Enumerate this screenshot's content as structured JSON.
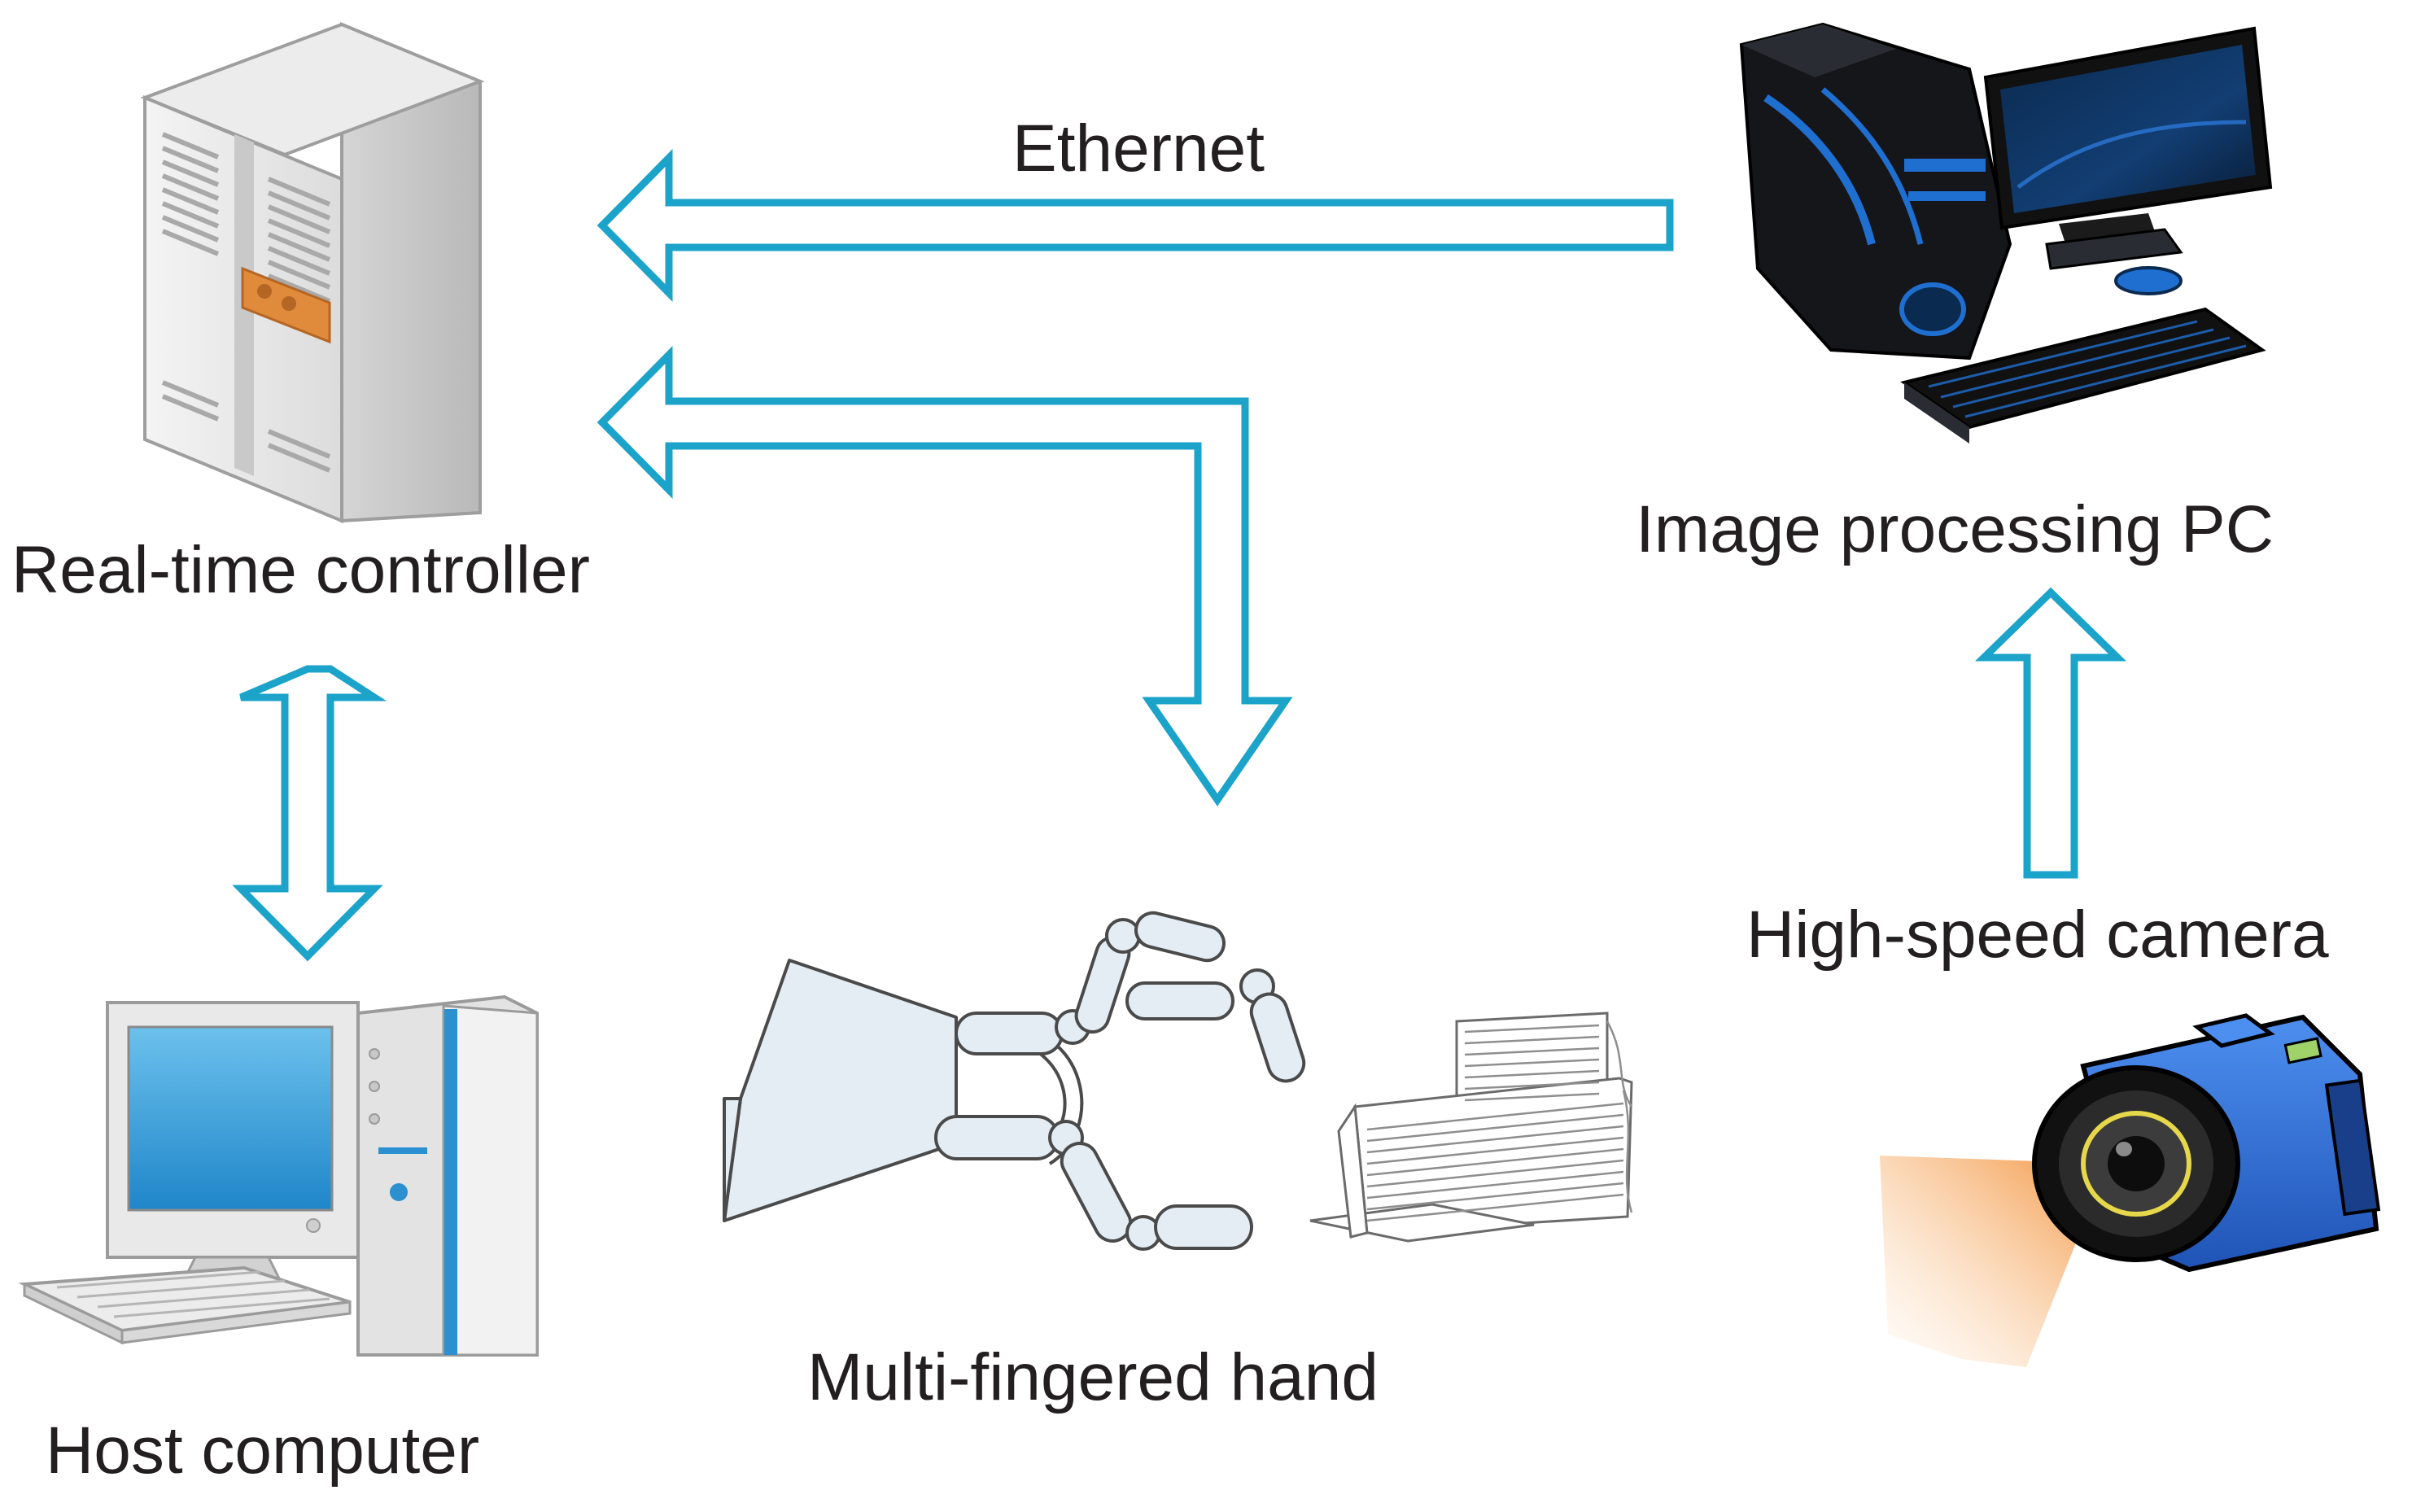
{
  "labels": {
    "realtime_controller": "Real-time controller",
    "host_computer": "Host computer",
    "multi_fingered_hand": "Multi-fingered hand",
    "image_processing_pc": "Image processing PC",
    "high_speed_camera": "High-speed camera",
    "ethernet": "Ethernet"
  },
  "colors": {
    "arrow_stroke": "#1ba3c9",
    "text": "#231f20",
    "server_orange": "#e08a3c",
    "host_screen_blue": "#3b9fd8",
    "pc_body": "#15161a",
    "pc_accent_blue": "#1f6fd1",
    "camera_body_blue": "#2f6fd6",
    "camera_beam_orange": "#f5a55a",
    "hand_fill": "#e4edf4",
    "hand_stroke": "#6b6b6b"
  },
  "icons": [
    "server-tower-icon",
    "desktop-computer-icon",
    "gaming-pc-icon",
    "high-speed-camera-icon",
    "robot-hand-icon",
    "paper-stack-icon"
  ]
}
